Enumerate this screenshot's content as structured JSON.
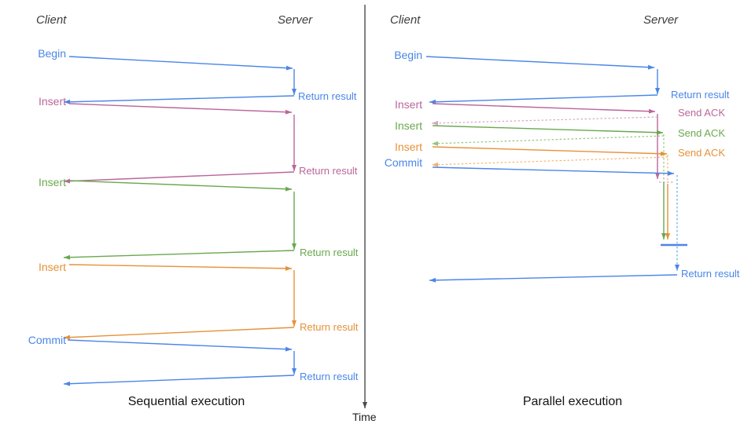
{
  "colors": {
    "blue": "#4a86e8",
    "magenta": "#bb6699",
    "green": "#6aa84f",
    "orange": "#e69138",
    "blue_light": "#6fa8dc",
    "magenta_light": "#d5a6bd",
    "green_light": "#93c47d",
    "orange_light": "#f6b26b",
    "axis": "#4a4a4a"
  },
  "time": {
    "label": "Time"
  },
  "sequential": {
    "title": "Sequential execution",
    "client": "Client",
    "server": "Server",
    "steps": [
      {
        "request": "Begin",
        "response": "Return result",
        "color": "blue"
      },
      {
        "request": "Insert",
        "response": "Return result",
        "color": "magenta"
      },
      {
        "request": "Insert",
        "response": "Return result",
        "color": "green"
      },
      {
        "request": "Insert",
        "response": "Return result",
        "color": "orange"
      },
      {
        "request": "Commit",
        "response": "Return result",
        "color": "blue"
      }
    ]
  },
  "parallel": {
    "title": "Parallel execution",
    "client": "Client",
    "server": "Server",
    "steps": [
      {
        "request": "Begin",
        "response": "Return result",
        "color": "blue"
      },
      {
        "request": "Insert",
        "response": "Send ACK",
        "color": "magenta"
      },
      {
        "request": "Insert",
        "response": "Send ACK",
        "color": "green"
      },
      {
        "request": "Insert",
        "response": "Send ACK",
        "color": "orange"
      },
      {
        "request": "Commit",
        "response": "Return result",
        "color": "blue"
      }
    ]
  }
}
